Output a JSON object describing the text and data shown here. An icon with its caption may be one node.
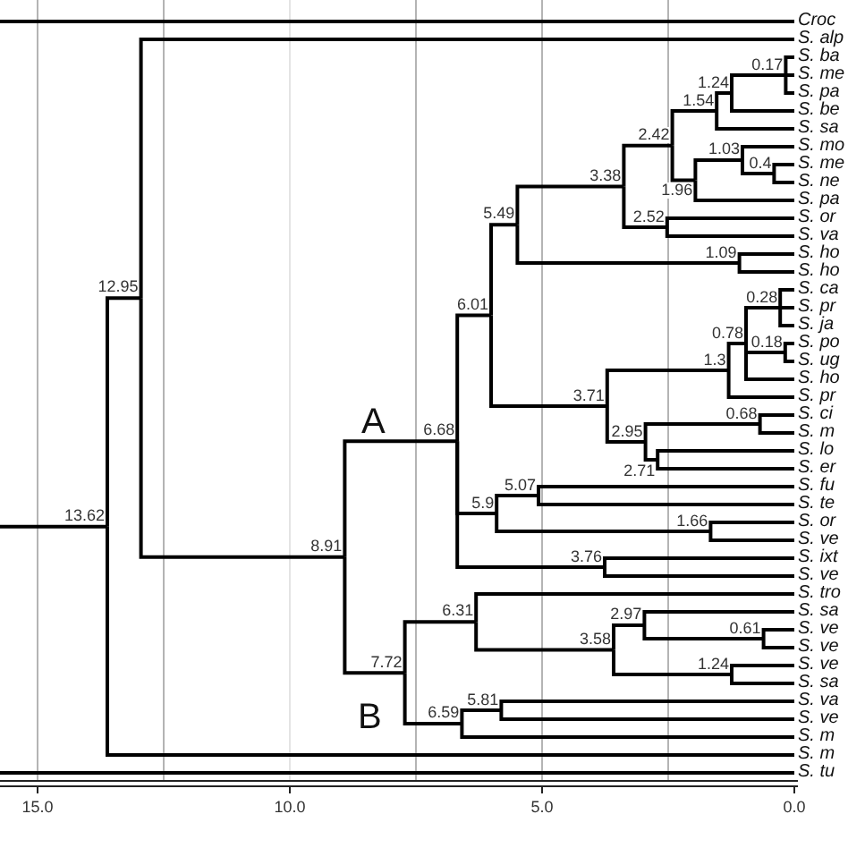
{
  "diagram": {
    "nodes": [
      {
        "text": [
          "Croc"
        ]
      },
      {
        "text": [
          "S. alp"
        ]
      },
      {
        "text": [
          "S. ba"
        ]
      },
      {
        "text": [
          "S. me"
        ]
      },
      {
        "text": [
          "S. pa"
        ]
      },
      {
        "text": [
          "S. be"
        ]
      },
      {
        "text": [
          "S. sa"
        ]
      },
      {
        "text": [
          "S. mo"
        ]
      },
      {
        "text": [
          "S. me"
        ]
      },
      {
        "text": [
          "S. ne"
        ]
      },
      {
        "text": [
          "S. pa"
        ]
      },
      {
        "text": [
          "S. or"
        ]
      },
      {
        "text": [
          "S. va"
        ]
      },
      {
        "text": [
          "S. ho"
        ]
      },
      {
        "text": [
          "S. ho"
        ]
      },
      {
        "text": [
          "S. ca"
        ]
      },
      {
        "text": [
          "S. pr"
        ]
      },
      {
        "text": [
          "S. ja"
        ]
      },
      {
        "text": [
          "S. po"
        ]
      },
      {
        "text": [
          "S. ug"
        ]
      },
      {
        "text": [
          "S. ho"
        ]
      },
      {
        "text": [
          "S. pr"
        ]
      },
      {
        "text": [
          "S. ci"
        ]
      },
      {
        "text": [
          "S. m"
        ]
      },
      {
        "text": [
          "S. lo"
        ]
      },
      {
        "text": [
          "S. er"
        ]
      },
      {
        "text": [
          "S. fu"
        ]
      },
      {
        "text": [
          "S. te"
        ]
      },
      {
        "text": [
          "S. or"
        ]
      },
      {
        "text": [
          "S. ve"
        ]
      },
      {
        "text": [
          "S. ixt"
        ]
      },
      {
        "text": [
          "S. ve"
        ]
      },
      {
        "text": [
          "S. tro"
        ]
      },
      {
        "text": [
          "S. sa"
        ]
      },
      {
        "text": [
          "S. ve"
        ]
      },
      {
        "text": [
          "S. ve"
        ]
      },
      {
        "text": [
          "S. ve"
        ]
      },
      {
        "text": [
          "S. sa"
        ]
      },
      {
        "text": [
          "S. va"
        ]
      },
      {
        "text": [
          "S. ve"
        ]
      },
      {
        "text": [
          "S. m"
        ]
      },
      {
        "text": [
          "S. m"
        ]
      },
      {
        "text": [
          "S. tu"
        ]
      },
      {
        "text": [
          "13.62"
        ]
      },
      {
        "text": [
          "12.95"
        ]
      },
      {
        "text": [
          "8.91"
        ]
      },
      {
        "text": [
          "6.68"
        ]
      },
      {
        "text": [
          "6.01"
        ]
      },
      {
        "text": [
          "5.49"
        ]
      },
      {
        "text": [
          "3.38"
        ]
      },
      {
        "text": [
          "2.42"
        ]
      },
      {
        "text": [
          "1.54"
        ]
      },
      {
        "text": [
          "1.24"
        ]
      },
      {
        "text": [
          "0.17"
        ]
      },
      {
        "text": [
          "1.96"
        ]
      },
      {
        "text": [
          "1.03"
        ]
      },
      {
        "text": [
          "0.4"
        ]
      },
      {
        "text": [
          "2.52"
        ]
      },
      {
        "text": [
          "1.09"
        ]
      },
      {
        "text": [
          "3.71"
        ]
      },
      {
        "text": [
          "1.3"
        ]
      },
      {
        "text": [
          "0.78"
        ]
      },
      {
        "text": [
          "0.28"
        ]
      },
      {
        "text": [
          "0.18"
        ]
      },
      {
        "text": [
          "2.95"
        ]
      },
      {
        "text": [
          "0.68"
        ]
      },
      {
        "text": [
          "2.71"
        ]
      },
      {
        "text": [
          "5.9"
        ]
      },
      {
        "text": [
          "5.07"
        ]
      },
      {
        "text": [
          "1.66"
        ]
      },
      {
        "text": [
          "3.76"
        ]
      },
      {
        "text": [
          "7.72"
        ]
      },
      {
        "text": [
          "6.31"
        ]
      },
      {
        "text": [
          "3.58"
        ]
      },
      {
        "text": [
          "2.97"
        ]
      },
      {
        "text": [
          "0.61"
        ]
      },
      {
        "text": [
          "1.24"
        ]
      },
      {
        "text": [
          "6.59"
        ]
      },
      {
        "text": [
          "5.81"
        ]
      }
    ],
    "edges": [
      {
        "from": null,
        "to": 0,
        "arrow": "none"
      },
      {
        "from": null,
        "to": 43,
        "arrow": "none"
      },
      {
        "from": 43,
        "to": 44,
        "arrow": "none"
      },
      {
        "from": 43,
        "to": 41,
        "arrow": "none"
      },
      {
        "from": 44,
        "to": 1,
        "arrow": "none"
      },
      {
        "from": 44,
        "to": 45,
        "arrow": "none"
      },
      {
        "from": 45,
        "to": 46,
        "arrow": "none"
      },
      {
        "from": 45,
        "to": 71,
        "arrow": "none"
      },
      {
        "from": 46,
        "to": 47,
        "arrow": "none"
      },
      {
        "from": 46,
        "to": 67,
        "arrow": "none"
      },
      {
        "from": 46,
        "to": 70,
        "arrow": "none"
      },
      {
        "from": 47,
        "to": 48,
        "arrow": "none"
      },
      {
        "from": 47,
        "to": 59,
        "arrow": "none"
      },
      {
        "from": 48,
        "to": 49,
        "arrow": "none"
      },
      {
        "from": 48,
        "to": 58,
        "arrow": "none"
      },
      {
        "from": 49,
        "to": 50,
        "arrow": "none"
      },
      {
        "from": 49,
        "to": 57,
        "arrow": "none"
      },
      {
        "from": 50,
        "to": 51,
        "arrow": "none"
      },
      {
        "from": 50,
        "to": 54,
        "arrow": "none"
      },
      {
        "from": 51,
        "to": 52,
        "arrow": "none"
      },
      {
        "from": 51,
        "to": 6,
        "arrow": "none"
      },
      {
        "from": 52,
        "to": 53,
        "arrow": "none"
      },
      {
        "from": 52,
        "to": 5,
        "arrow": "none"
      },
      {
        "from": 53,
        "to": 2,
        "arrow": "none"
      },
      {
        "from": 53,
        "to": 3,
        "arrow": "none"
      },
      {
        "from": 53,
        "to": 4,
        "arrow": "none"
      },
      {
        "from": 54,
        "to": 55,
        "arrow": "none"
      },
      {
        "from": 54,
        "to": 10,
        "arrow": "none"
      },
      {
        "from": 55,
        "to": 7,
        "arrow": "none"
      },
      {
        "from": 55,
        "to": 56,
        "arrow": "none"
      },
      {
        "from": 56,
        "to": 8,
        "arrow": "none"
      },
      {
        "from": 56,
        "to": 9,
        "arrow": "none"
      },
      {
        "from": 57,
        "to": 11,
        "arrow": "none"
      },
      {
        "from": 57,
        "to": 12,
        "arrow": "none"
      },
      {
        "from": 58,
        "to": 13,
        "arrow": "none"
      },
      {
        "from": 58,
        "to": 14,
        "arrow": "none"
      },
      {
        "from": 59,
        "to": 60,
        "arrow": "none"
      },
      {
        "from": 59,
        "to": 64,
        "arrow": "none"
      },
      {
        "from": 60,
        "to": 61,
        "arrow": "none"
      },
      {
        "from": 60,
        "to": 21,
        "arrow": "none"
      },
      {
        "from": 61,
        "to": 62,
        "arrow": "none"
      },
      {
        "from": 61,
        "to": 63,
        "arrow": "none"
      },
      {
        "from": 61,
        "to": 20,
        "arrow": "none"
      },
      {
        "from": 62,
        "to": 15,
        "arrow": "none"
      },
      {
        "from": 62,
        "to": 16,
        "arrow": "none"
      },
      {
        "from": 62,
        "to": 17,
        "arrow": "none"
      },
      {
        "from": 63,
        "to": 18,
        "arrow": "none"
      },
      {
        "from": 63,
        "to": 19,
        "arrow": "none"
      },
      {
        "from": 64,
        "to": 65,
        "arrow": "none"
      },
      {
        "from": 64,
        "to": 66,
        "arrow": "none"
      },
      {
        "from": 65,
        "to": 22,
        "arrow": "none"
      },
      {
        "from": 65,
        "to": 23,
        "arrow": "none"
      },
      {
        "from": 66,
        "to": 24,
        "arrow": "none"
      },
      {
        "from": 66,
        "to": 25,
        "arrow": "none"
      },
      {
        "from": 67,
        "to": 68,
        "arrow": "none"
      },
      {
        "from": 67,
        "to": 69,
        "arrow": "none"
      },
      {
        "from": 68,
        "to": 26,
        "arrow": "none"
      },
      {
        "from": 68,
        "to": 27,
        "arrow": "none"
      },
      {
        "from": 69,
        "to": 28,
        "arrow": "none"
      },
      {
        "from": 69,
        "to": 29,
        "arrow": "none"
      },
      {
        "from": 70,
        "to": 30,
        "arrow": "none"
      },
      {
        "from": 70,
        "to": 31,
        "arrow": "none"
      },
      {
        "from": 71,
        "to": 72,
        "arrow": "none"
      },
      {
        "from": 71,
        "to": 77,
        "arrow": "none"
      },
      {
        "from": 72,
        "to": 32,
        "arrow": "none"
      },
      {
        "from": 72,
        "to": 73,
        "arrow": "none"
      },
      {
        "from": 73,
        "to": 74,
        "arrow": "none"
      },
      {
        "from": 73,
        "to": 76,
        "arrow": "none"
      },
      {
        "from": 74,
        "to": 33,
        "arrow": "none"
      },
      {
        "from": 74,
        "to": 75,
        "arrow": "none"
      },
      {
        "from": 75,
        "to": 34,
        "arrow": "none"
      },
      {
        "from": 75,
        "to": 35,
        "arrow": "none"
      },
      {
        "from": 76,
        "to": 36,
        "arrow": "none"
      },
      {
        "from": 76,
        "to": 37,
        "arrow": "none"
      },
      {
        "from": 77,
        "to": 78,
        "arrow": "none"
      },
      {
        "from": 77,
        "to": 40,
        "arrow": "none"
      },
      {
        "from": 78,
        "to": 38,
        "arrow": "none"
      },
      {
        "from": 78,
        "to": 39,
        "arrow": "none"
      },
      {
        "from": null,
        "to": 42,
        "arrow": "none"
      }
    ],
    "labels": [
      "A",
      "B",
      "15.0",
      "10.0",
      "5.0",
      "0.0"
    ]
  }
}
